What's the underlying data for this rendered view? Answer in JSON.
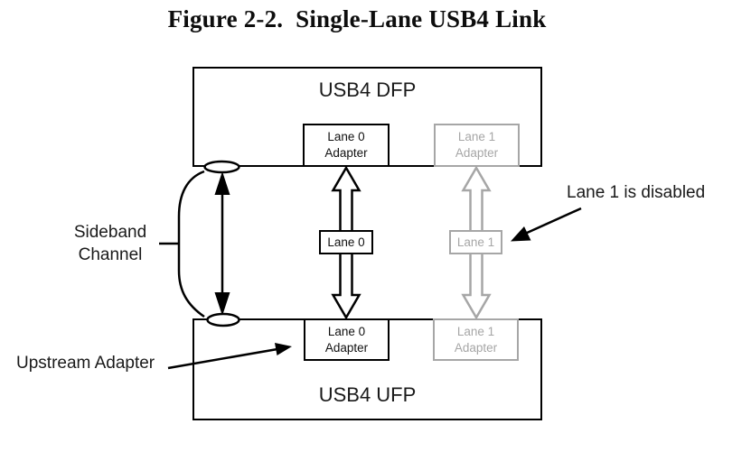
{
  "figure": {
    "title": "Figure 2-2.  Single-Lane USB4 Link"
  },
  "dfp": {
    "label": "USB4 DFP",
    "lane0_adapter": {
      "line1": "Lane 0",
      "line2": "Adapter"
    },
    "lane1_adapter": {
      "line1": "Lane 1",
      "line2": "Adapter"
    }
  },
  "ufp": {
    "label": "USB4 UFP",
    "lane0_adapter": {
      "line1": "Lane 0",
      "line2": "Adapter"
    },
    "lane1_adapter": {
      "line1": "Lane 1",
      "line2": "Adapter"
    }
  },
  "links": {
    "lane0_label": "Lane 0",
    "lane1_label": "Lane 1"
  },
  "annotations": {
    "sideband_line1": "Sideband",
    "sideband_line2": "Channel",
    "upstream": "Upstream Adapter",
    "lane1_disabled": "Lane 1 is disabled"
  },
  "colors": {
    "active": "#000000",
    "disabled": "#a6a6a6",
    "background": "#ffffff"
  }
}
